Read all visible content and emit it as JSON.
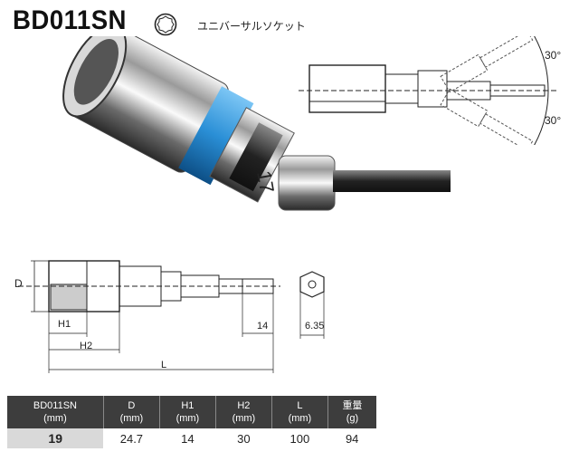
{
  "title": "BD011SN",
  "type_icon": "12-point-socket-icon",
  "type_label": "ユニバーサルソケット",
  "angles": {
    "upper": "30°",
    "lower": "30°"
  },
  "dimension_labels": {
    "d": "D",
    "h1": "H1",
    "h2": "H2",
    "l": "L",
    "shank_length": "14",
    "hex_size": "6.35"
  },
  "photo_marking": "17",
  "table": {
    "headers": [
      {
        "line1": "BD011SN",
        "line2": "(mm)"
      },
      {
        "line1": "D",
        "line2": "(mm)"
      },
      {
        "line1": "H1",
        "line2": "(mm)"
      },
      {
        "line1": "H2",
        "line2": "(mm)"
      },
      {
        "line1": "L",
        "line2": "(mm)"
      },
      {
        "line1": "重量",
        "line2": "(g)"
      }
    ],
    "rows": [
      [
        "19",
        "24.7",
        "14",
        "30",
        "100",
        "94"
      ]
    ]
  },
  "colors": {
    "band": "#2a8fd6",
    "header_bg": "#3d3d3d",
    "first_cell": "#d9d9d9"
  }
}
